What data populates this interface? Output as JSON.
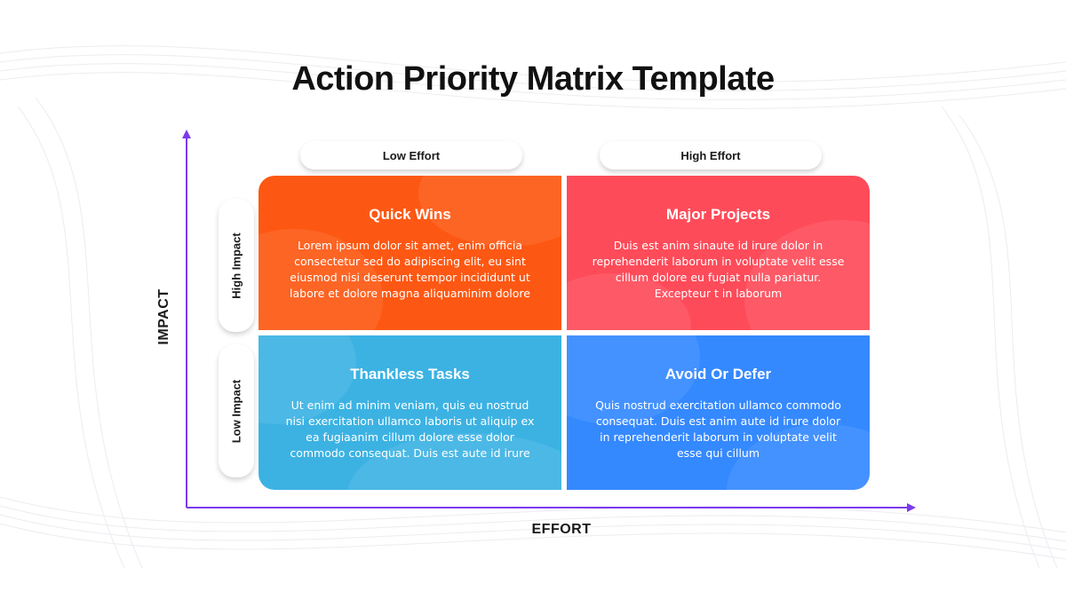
{
  "title": "Action Priority Matrix Template",
  "axes": {
    "y_label": "IMPACT",
    "x_label": "EFFORT",
    "color": "#7c3aed"
  },
  "columns": [
    "Low Effort",
    "High Effort"
  ],
  "rows": [
    "High Impact",
    "Low Impact"
  ],
  "quadrants": [
    {
      "title": "Quick Wins",
      "text": "Lorem ipsum dolor sit amet, enim officia consectetur sed do adipiscing elit, eu sint eiusmod nisi deserunt tempor incididunt ut labore et dolore magna aliquaminim dolore",
      "color": "#fd5813"
    },
    {
      "title": "Major Projects",
      "text": "Duis est anim sinaute id irure dolor in reprehenderit laborum in voluptate velit esse cillum dolore eu fugiat nulla pariatur. Excepteur t in laborum",
      "color": "#fe4b59"
    },
    {
      "title": "Thankless Tasks",
      "text": "Ut enim ad minim veniam, quis eu nostrud nisi exercitation ullamco laboris ut aliquip ex ea fugiaanim cillum dolore esse dolor commodo consequat. Duis est aute id irure",
      "color": "#3cb2e3"
    },
    {
      "title": "Avoid Or Defer",
      "text": "Quis nostrud exercitation ullamco commodo consequat. Duis est anim aute id irure dolor in reprehenderit laborum in voluptate velit esse qui cillum",
      "color": "#3589ff"
    }
  ]
}
